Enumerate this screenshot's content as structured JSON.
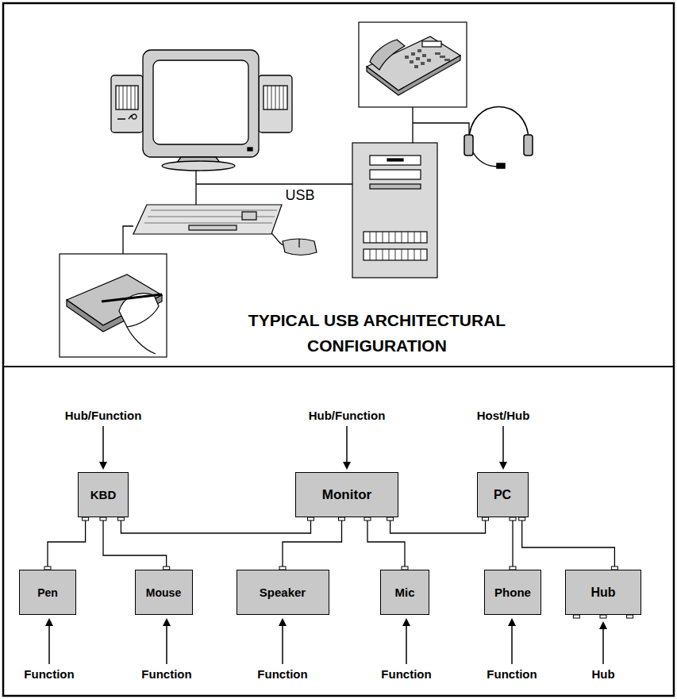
{
  "diagram": {
    "title": "TYPICAL USB ARCHITECTURAL CONFIGURATION",
    "nodes": [
      {
        "text": [
          "KBD"
        ]
      },
      {
        "text": [
          "Monitor"
        ]
      },
      {
        "text": [
          "PC"
        ]
      },
      {
        "text": [
          "Pen"
        ]
      },
      {
        "text": [
          "Mouse"
        ]
      },
      {
        "text": [
          "Speaker"
        ]
      },
      {
        "text": [
          "Mic"
        ]
      },
      {
        "text": [
          "Phone"
        ]
      },
      {
        "text": [
          "Hub"
        ]
      }
    ],
    "edges": [
      {
        "from": 0,
        "to": 3,
        "arrow": "none"
      },
      {
        "from": 0,
        "to": 4,
        "arrow": "none"
      },
      {
        "from": 0,
        "to": 1,
        "arrow": "none"
      },
      {
        "from": 1,
        "to": 5,
        "arrow": "none"
      },
      {
        "from": 1,
        "to": 6,
        "arrow": "none"
      },
      {
        "from": 1,
        "to": 2,
        "arrow": "none"
      },
      {
        "from": 2,
        "to": 7,
        "arrow": "none"
      },
      {
        "from": 2,
        "to": 8,
        "arrow": "none"
      }
    ],
    "labels": [
      "USB",
      "Hub/Function",
      "Hub/Function",
      "Host/Hub",
      "Function",
      "Function",
      "Function",
      "Function",
      "Function",
      "Hub"
    ]
  }
}
